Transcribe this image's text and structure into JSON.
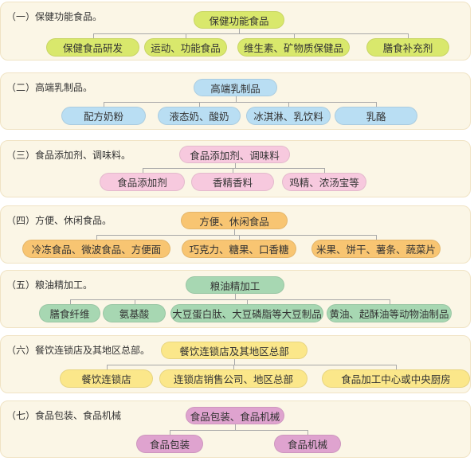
{
  "sections": [
    {
      "key": "s1",
      "label": "（一）保健功能食品。",
      "root": "保健功能食品",
      "color": "#d9e86c",
      "children": [
        "保健食品研发",
        "运动、功能食品",
        "维生素、矿物质保健品",
        "膳食补充剂"
      ]
    },
    {
      "key": "s2",
      "label": "（二）高端乳制品。",
      "root": "高端乳制品",
      "color": "#b9def3",
      "children": [
        "配方奶粉",
        "液态奶、酸奶",
        "冰淇淋、乳饮料",
        "乳酪"
      ]
    },
    {
      "key": "s3",
      "label": "（三）食品添加剂、调味料。",
      "root": "食品添加剂、调味料",
      "color": "#f7c9de",
      "children": [
        "食品添加剂",
        "香精香料",
        "鸡精、浓汤宝等"
      ]
    },
    {
      "key": "s4",
      "label": "（四）方便、休闲食品。",
      "root": "方便、休闲食品",
      "color": "#f8c572",
      "children": [
        "冷冻食品、微波食品、方便面",
        "巧克力、糖果、口香糖",
        "米果、饼干、薯条、蔬菜片"
      ]
    },
    {
      "key": "s5",
      "label": "（五）粮油精加工。",
      "root": "粮油精加工",
      "color": "#a7d7b2",
      "children": [
        "膳食纤维",
        "氨基酸",
        "大豆蛋白肽、大豆磷脂等大豆制品",
        "黄油、起酥油等动物油制品"
      ]
    },
    {
      "key": "s6",
      "label": "（六）餐饮连锁店及其地区总部。",
      "root": "餐饮连锁店及其地区总部",
      "color": "#fbe78a",
      "children": [
        "餐饮连锁店",
        "连锁店销售公司、地区总部",
        "食品加工中心或中央厨房"
      ]
    },
    {
      "key": "s7",
      "label": "（七）食品包装、食品机械",
      "root": "食品包装、食品机械",
      "color": "#dfa3cf",
      "children": [
        "食品包装",
        "食品机械"
      ]
    }
  ]
}
